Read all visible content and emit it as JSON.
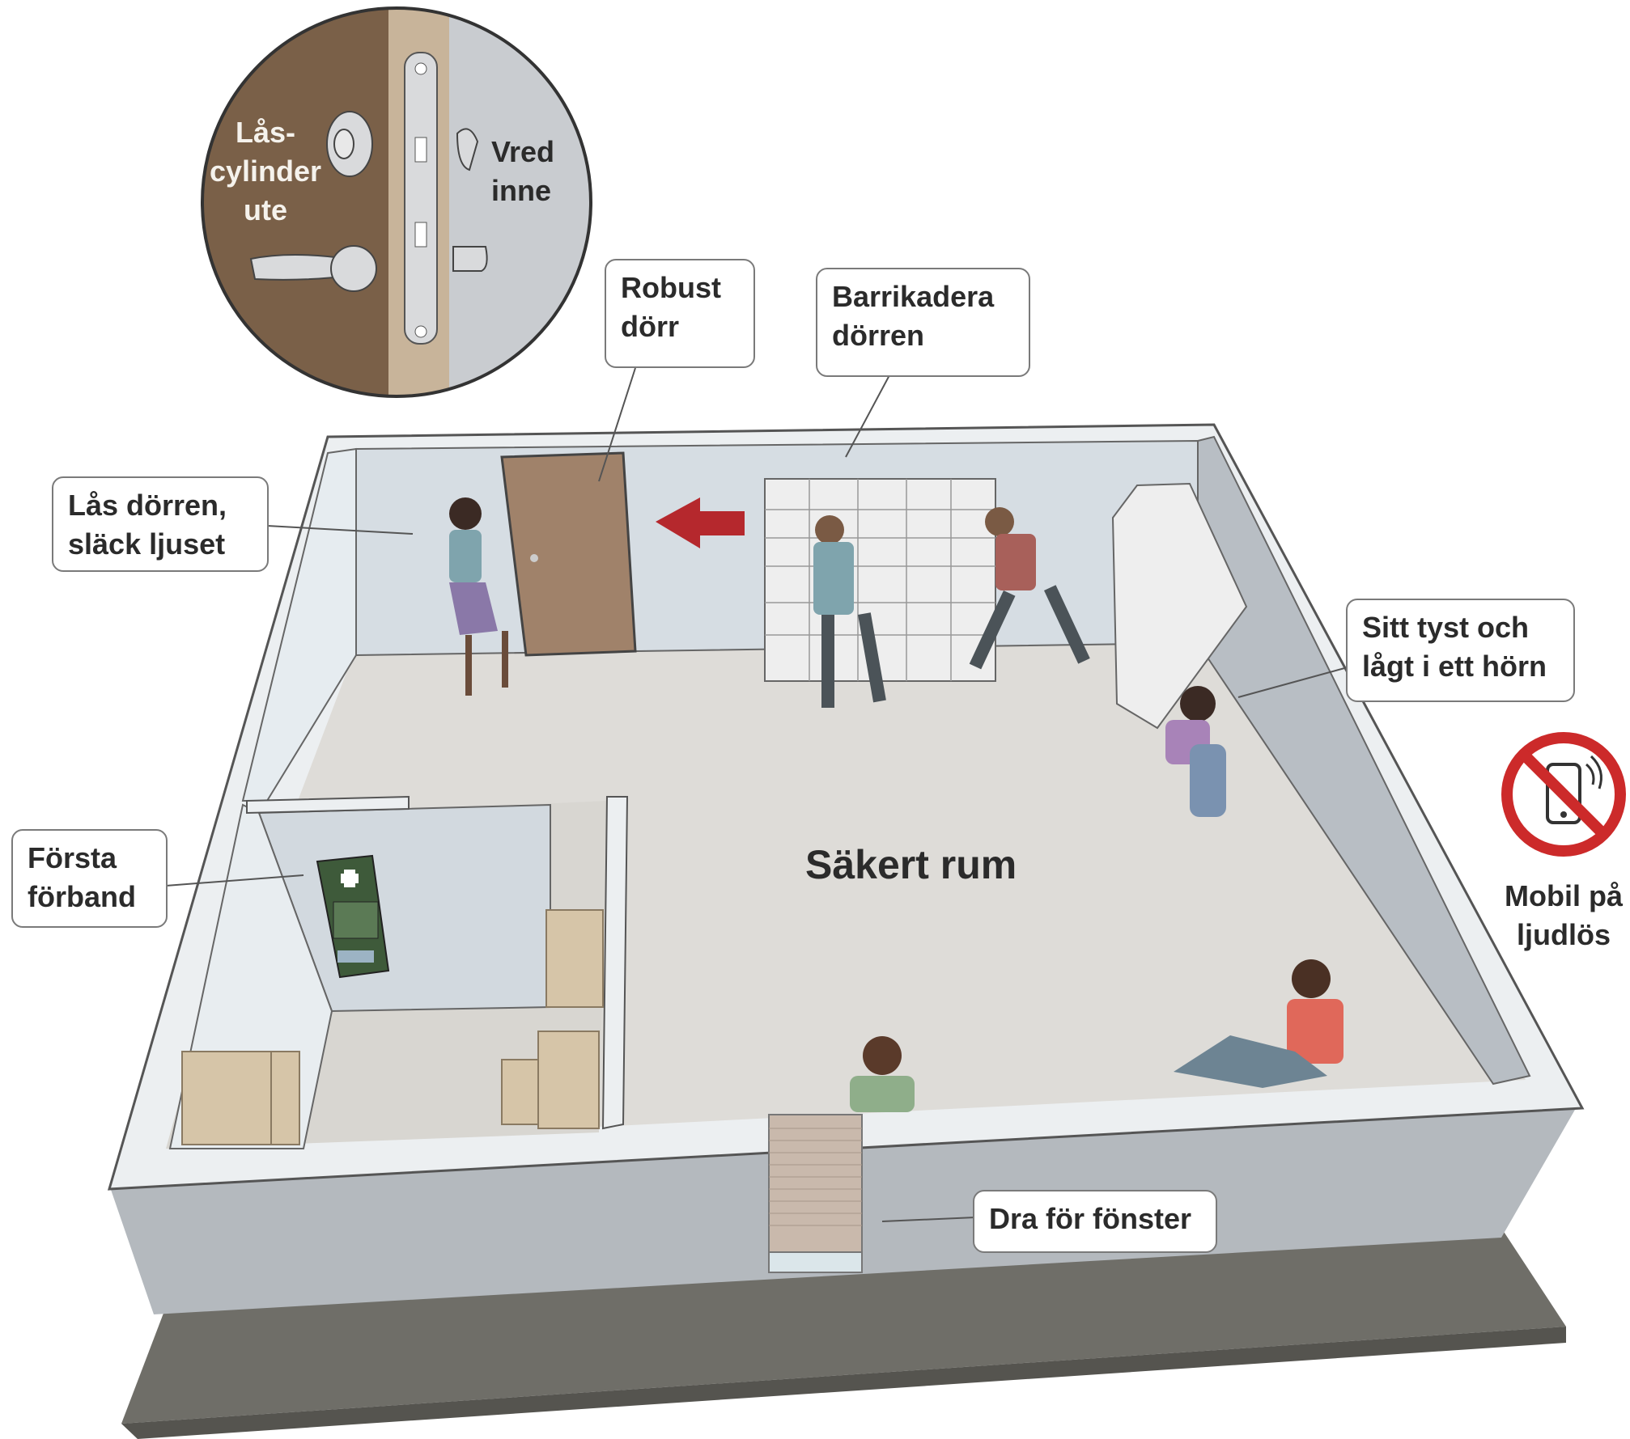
{
  "callouts": {
    "lock_cylinder": "Lås-\ncylinder\nute",
    "thumb_turn": "Vred\ninne",
    "robust_door": "Robust\ndörr",
    "barricade": "Barrikadera\ndörren",
    "lock_door": "Lås dörren,\nsläck ljuset",
    "sit_quiet": "Sitt tyst och\nlågt i ett hörn",
    "first_aid": "Första\nförband",
    "draw_blinds": "Dra för fönster",
    "mobile_silent": "Mobil på\nljudlös"
  },
  "room_title": "Säkert rum",
  "icons": {
    "no_phone": "no-phone-icon",
    "arrow": "arrow-left-icon",
    "first_aid": "first-aid-cabinet-icon"
  },
  "colors": {
    "door_brown": "#a0826a",
    "wall_light": "#d6dde3",
    "floor": "#dedcd8",
    "outer_wall": "#b4b9be",
    "base_dark": "#6f6e68",
    "arrow_red": "#b5282d",
    "prohibition_red": "#cc2a2a",
    "first_aid_green": "#3e5a3a"
  }
}
